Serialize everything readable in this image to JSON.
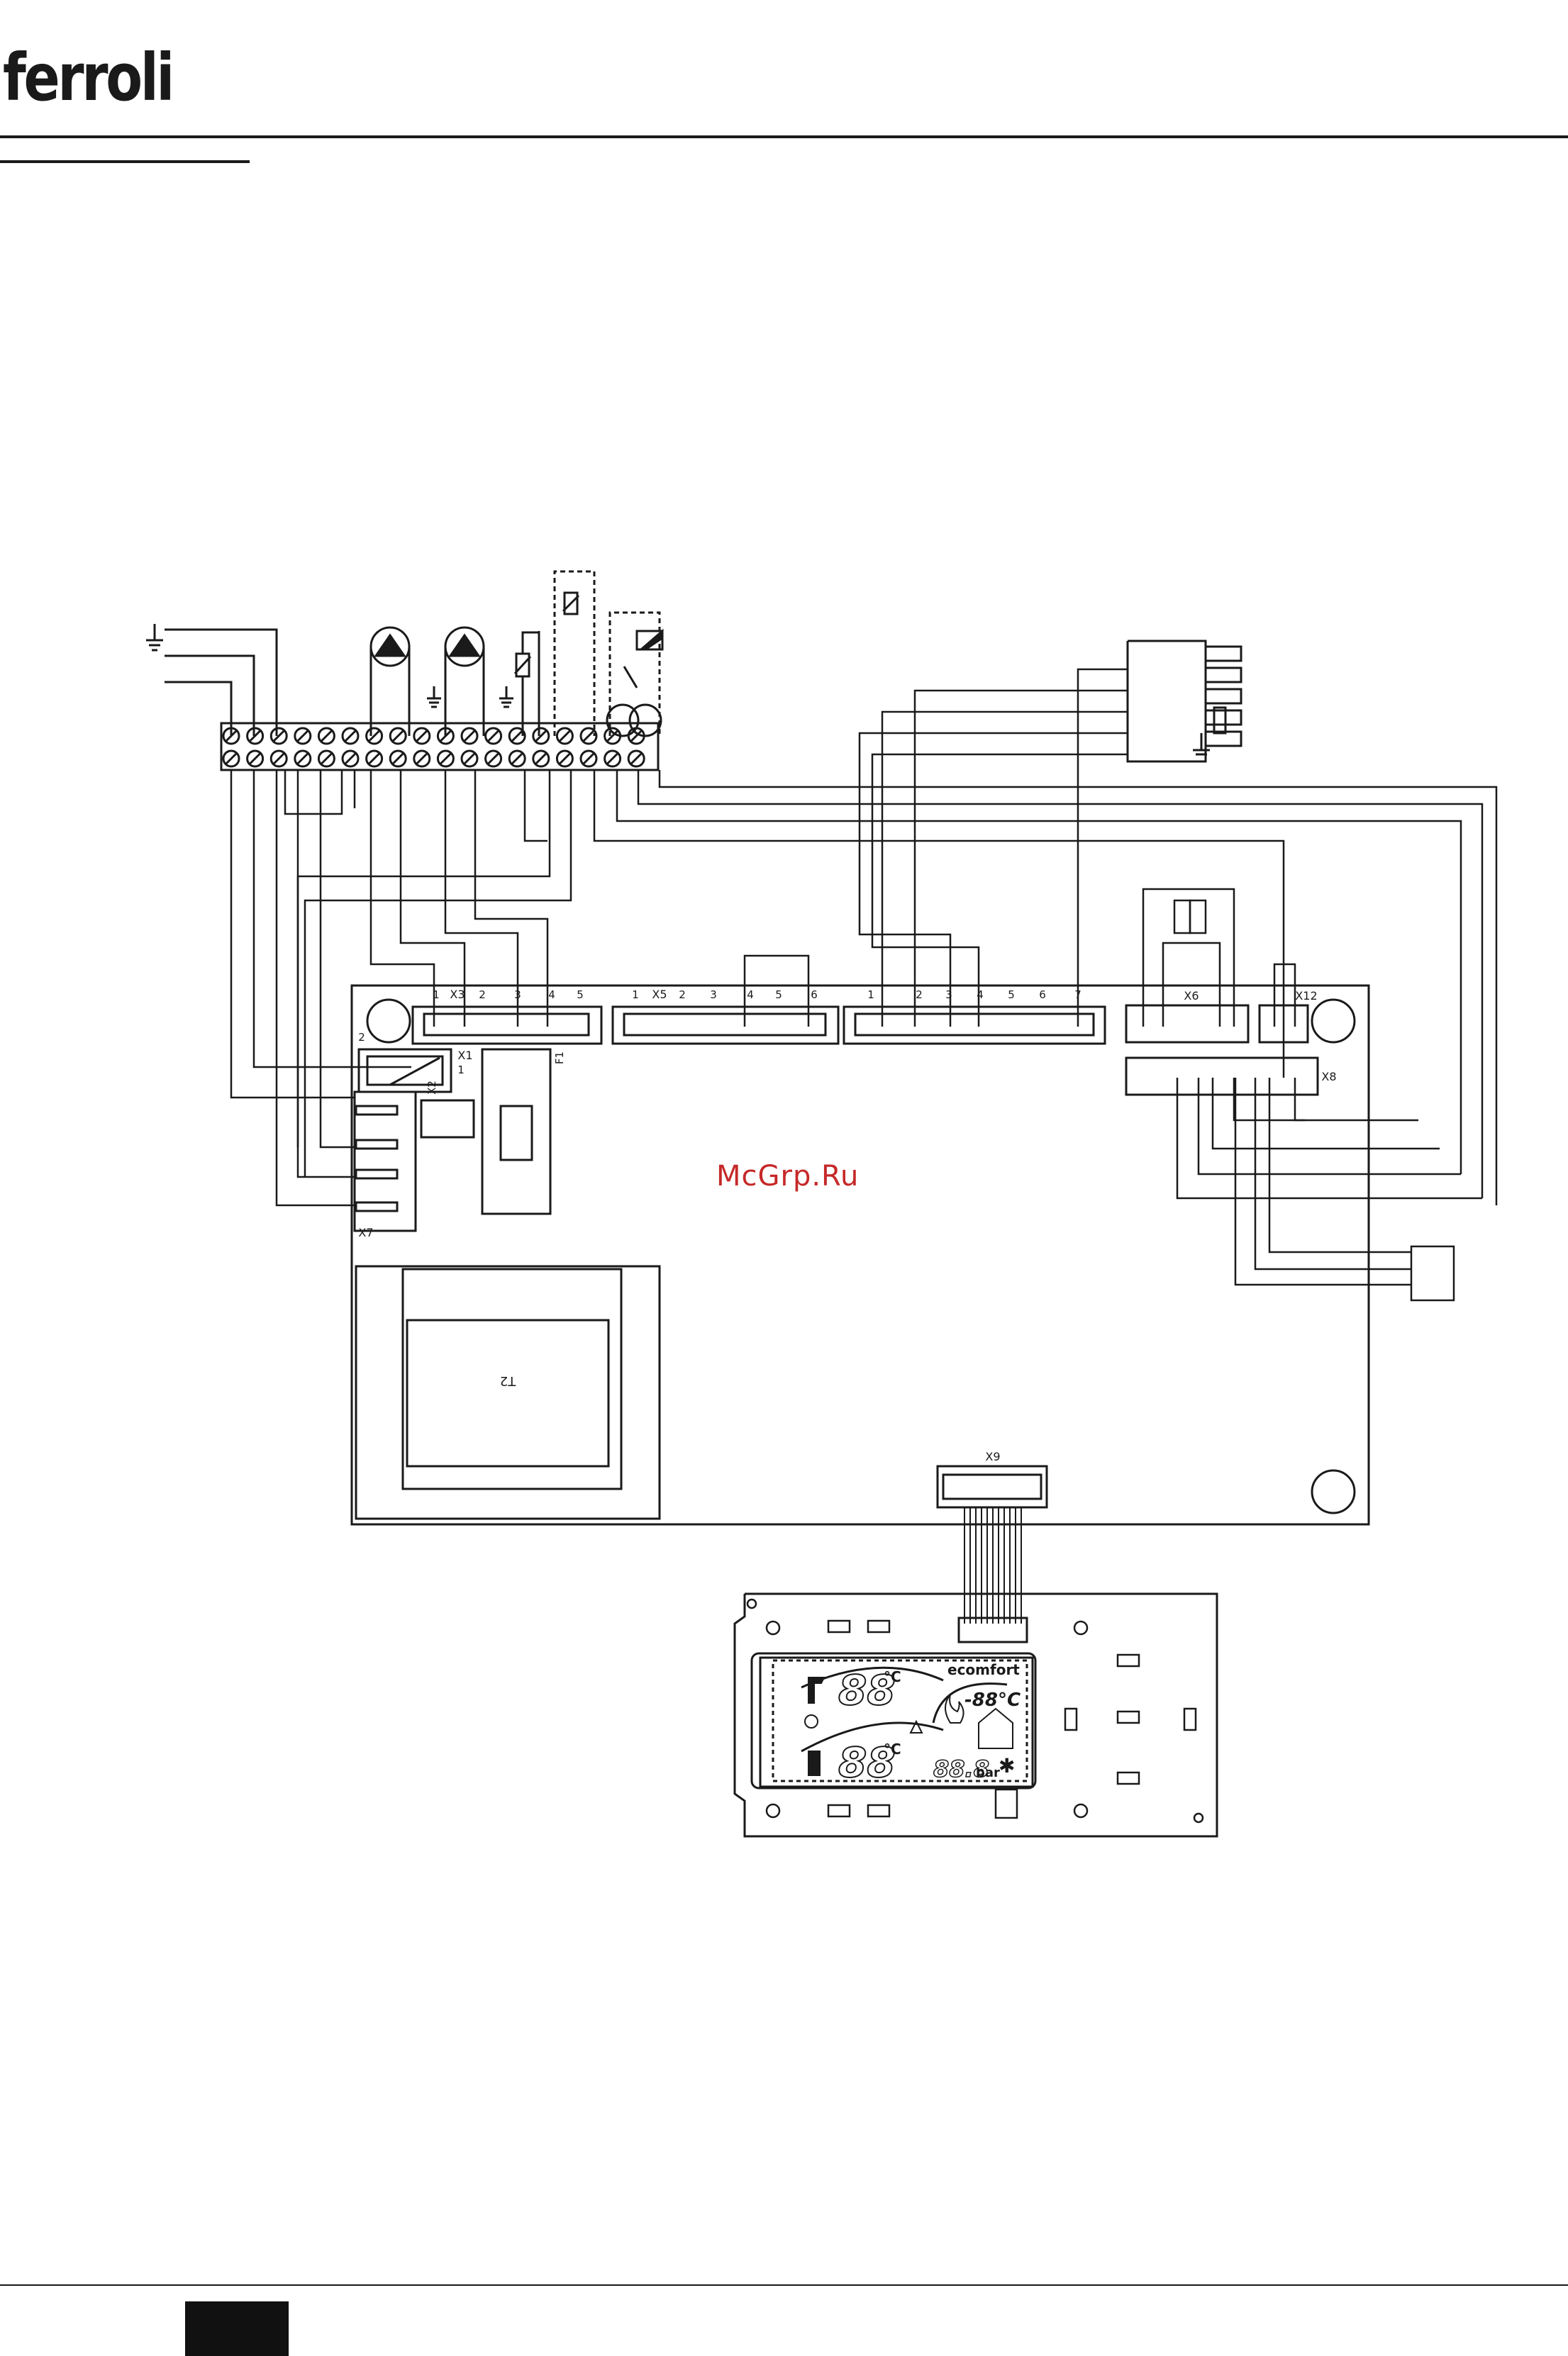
{
  "header": {
    "brand": "ferroli"
  },
  "watermark": {
    "text": "McGrp.Ru",
    "color": "#c62828"
  },
  "board": {
    "connectors": {
      "x3": {
        "name": "X3",
        "pins": [
          "1",
          "2",
          "3",
          "4",
          "5"
        ]
      },
      "x5": {
        "name": "X5",
        "pins": [
          "1",
          "2",
          "3",
          "4",
          "5",
          "6"
        ]
      },
      "x4": {
        "pins": [
          "1",
          "2",
          "3",
          "4",
          "5",
          "6",
          "7"
        ]
      },
      "x6": "X6",
      "x12": "X12",
      "x8": "X8",
      "x1": "X1",
      "x1_pin_a": "2",
      "x1_pin_b": "1",
      "x2": "X2",
      "x7": "X7",
      "f1": "F1",
      "t2": "T2",
      "x9": "X9"
    }
  },
  "display": {
    "digits_top": "88",
    "unit_top": "°C",
    "brand_label": "ecomfort",
    "outdoor_temp": "-88°C",
    "digits_bottom": "88",
    "unit_bottom": "°C",
    "pressure_digits": "88.8",
    "pressure_unit": "bar"
  },
  "footer": {}
}
